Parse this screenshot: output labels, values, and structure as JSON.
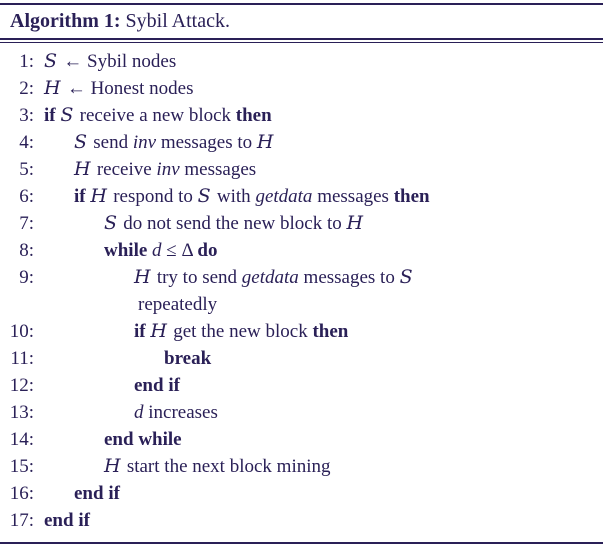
{
  "colors": {
    "ink": "#2a2057"
  },
  "caption": {
    "label": "Algorithm 1:",
    "title": " Sybil Attack."
  },
  "algorithm": {
    "lines": [
      {
        "n": "1",
        "indent": 0,
        "seg": [
          {
            "t": "S",
            "s": "cal"
          },
          {
            "t": " ← Sybil nodes",
            "s": "n"
          }
        ]
      },
      {
        "n": "2",
        "indent": 0,
        "seg": [
          {
            "t": "H",
            "s": "cal"
          },
          {
            "t": " ← Honest nodes",
            "s": "n"
          }
        ]
      },
      {
        "n": "3",
        "indent": 0,
        "seg": [
          {
            "t": "if ",
            "s": "b"
          },
          {
            "t": "S",
            "s": "cal"
          },
          {
            "t": " receive a new block ",
            "s": "n"
          },
          {
            "t": "then",
            "s": "b"
          }
        ]
      },
      {
        "n": "4",
        "indent": 1,
        "seg": [
          {
            "t": "S",
            "s": "cal"
          },
          {
            "t": " send ",
            "s": "n"
          },
          {
            "t": "inv",
            "s": "i"
          },
          {
            "t": " messages to ",
            "s": "n"
          },
          {
            "t": "H",
            "s": "cal"
          }
        ]
      },
      {
        "n": "5",
        "indent": 1,
        "seg": [
          {
            "t": "H",
            "s": "cal"
          },
          {
            "t": " receive ",
            "s": "n"
          },
          {
            "t": "inv",
            "s": "i"
          },
          {
            "t": " messages",
            "s": "n"
          }
        ]
      },
      {
        "n": "6",
        "indent": 1,
        "seg": [
          {
            "t": "if ",
            "s": "b"
          },
          {
            "t": "H",
            "s": "cal"
          },
          {
            "t": " respond to ",
            "s": "n"
          },
          {
            "t": "S",
            "s": "cal"
          },
          {
            "t": " with ",
            "s": "n"
          },
          {
            "t": "getdata",
            "s": "i"
          },
          {
            "t": " messages ",
            "s": "n"
          },
          {
            "t": "then",
            "s": "b"
          }
        ]
      },
      {
        "n": "7",
        "indent": 2,
        "seg": [
          {
            "t": "S",
            "s": "cal"
          },
          {
            "t": " do not send the new block to ",
            "s": "n"
          },
          {
            "t": "H",
            "s": "cal"
          }
        ]
      },
      {
        "n": "8",
        "indent": 2,
        "seg": [
          {
            "t": "while ",
            "s": "b"
          },
          {
            "t": "d",
            "s": "i"
          },
          {
            "t": " ≤ Δ ",
            "s": "n"
          },
          {
            "t": "do",
            "s": "b"
          }
        ]
      },
      {
        "n": "9",
        "indent": 3,
        "seg": [
          {
            "t": "H",
            "s": "cal"
          },
          {
            "t": " try to send ",
            "s": "n"
          },
          {
            "t": "getdata",
            "s": "i"
          },
          {
            "t": " messages to ",
            "s": "n"
          },
          {
            "t": "S",
            "s": "cal"
          }
        ]
      },
      {
        "n": "",
        "indent": 3,
        "cont": true,
        "seg": [
          {
            "t": "repeatedly",
            "s": "n"
          }
        ]
      },
      {
        "n": "10",
        "indent": 3,
        "seg": [
          {
            "t": "if ",
            "s": "b"
          },
          {
            "t": "H",
            "s": "cal"
          },
          {
            "t": " get the new block ",
            "s": "n"
          },
          {
            "t": "then",
            "s": "b"
          }
        ]
      },
      {
        "n": "11",
        "indent": 4,
        "seg": [
          {
            "t": "break",
            "s": "b"
          }
        ]
      },
      {
        "n": "12",
        "indent": 3,
        "seg": [
          {
            "t": "end if",
            "s": "b"
          }
        ]
      },
      {
        "n": "13",
        "indent": 3,
        "seg": [
          {
            "t": "d",
            "s": "i"
          },
          {
            "t": " increases",
            "s": "n"
          }
        ]
      },
      {
        "n": "14",
        "indent": 2,
        "seg": [
          {
            "t": "end while",
            "s": "b"
          }
        ]
      },
      {
        "n": "15",
        "indent": 2,
        "seg": [
          {
            "t": "H",
            "s": "cal"
          },
          {
            "t": " start the next block mining",
            "s": "n"
          }
        ]
      },
      {
        "n": "16",
        "indent": 1,
        "seg": [
          {
            "t": "end if",
            "s": "b"
          }
        ]
      },
      {
        "n": "17",
        "indent": 0,
        "seg": [
          {
            "t": "end if",
            "s": "b"
          }
        ]
      }
    ]
  }
}
